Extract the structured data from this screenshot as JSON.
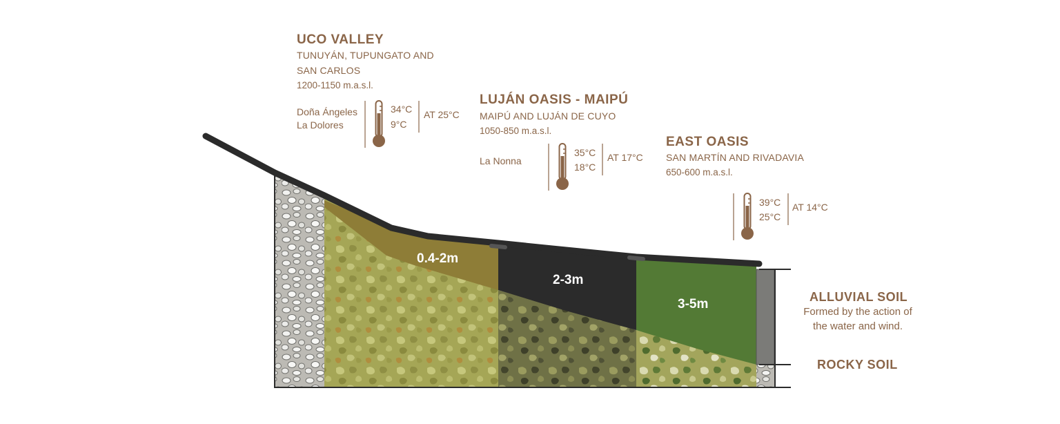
{
  "regions": [
    {
      "title": "UCO VALLEY",
      "subtitle_lines": [
        "TUNUYÁN, TUPUNGATO AND",
        "SAN CARLOS"
      ],
      "altitude": "1200-1150 m.a.s.l.",
      "vineyards": [
        "Doña Ángeles",
        "La Dolores"
      ],
      "temp_max": "34°C",
      "temp_min": "9°C",
      "average": "AT 25°C"
    },
    {
      "title": "LUJÁN OASIS - MAIPÚ",
      "subtitle_lines": [
        "MAIPÚ AND LUJÁN DE CUYO"
      ],
      "altitude": "1050-850 m.a.s.l.",
      "vineyards": [
        "La Nonna"
      ],
      "temp_max": "35°C",
      "temp_min": "18°C",
      "average": "AT 17°C"
    },
    {
      "title": "EAST OASIS",
      "subtitle_lines": [
        "SAN MARTÍN AND RIVADAVIA"
      ],
      "altitude": "650-600 m.a.s.l.",
      "vineyards": [],
      "temp_max": "39°C",
      "temp_min": "25°C",
      "average": "AT 14°C"
    }
  ],
  "layers": [
    {
      "depth": "0.4-2m",
      "color": "#8e7d37"
    },
    {
      "depth": "2-3m",
      "color": "#2b2b2b"
    },
    {
      "depth": "3-5m",
      "color": "#537a35"
    }
  ],
  "legend": {
    "alluvial_title": "ALLUVIAL SOIL",
    "alluvial_desc_lines": [
      "Formed by the action of",
      "the water and wind."
    ],
    "rocky_title": "ROCKY SOIL"
  },
  "colors": {
    "text": "#8a6548",
    "thermometer": "#8a6548",
    "ridge": "#2b2b2b",
    "rocky_base": "#c8c6c0",
    "gravel_base": "#a5a656"
  },
  "icons": [
    "thermometer-icon"
  ]
}
